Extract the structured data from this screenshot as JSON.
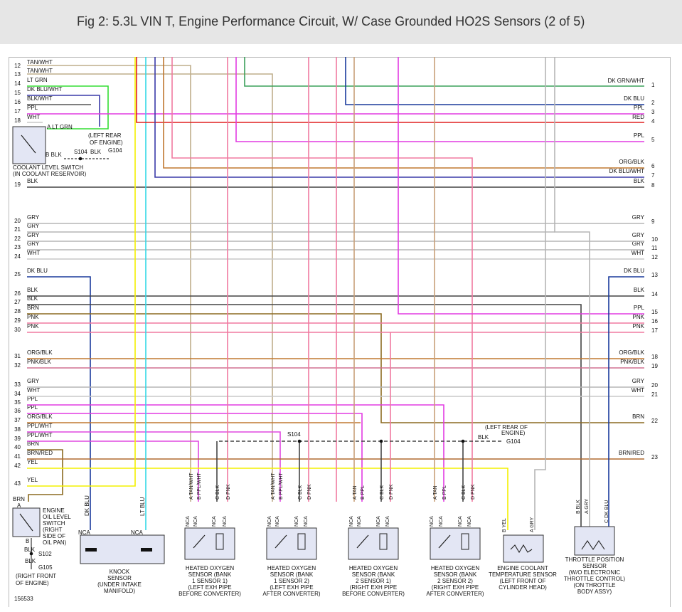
{
  "title": "Fig 2: 5.3L VIN T, Engine Performance Circuit, W/ Case Grounded HO2S Sensors (2 of 5)",
  "figure_id": "156533",
  "colors": {
    "TAN": "#c8a079",
    "TAN/WHT": "#bfae8c",
    "LT GRN": "#33dd33",
    "DK BLU/WHT": "#3a3aa8",
    "BLK/WHT": "#555555",
    "PPL": "#e23be2",
    "WHT": "#c9c9c9",
    "DK GRN/WHT": "#3aa05a",
    "DK BLU": "#1a3a9c",
    "RED": "#e02020",
    "ORG/BLK": "#c07830",
    "BLK": "#444444",
    "GRY": "#b5b5b5",
    "BRN": "#8c6a20",
    "PNK": "#f07aa0",
    "PNK/BLK": "#d07090",
    "PPL/WHT": "#e048e0",
    "BRN/RED": "#b06a30",
    "YEL": "#f4f000",
    "LT BLU": "#33d8e6"
  },
  "left_wires": [
    {
      "pin": "12",
      "color": "TAN/WHT"
    },
    {
      "pin": "13",
      "color": "TAN/WHT"
    },
    {
      "pin": "14",
      "color": "LT GRN"
    },
    {
      "pin": "15",
      "color": "DK BLU/WHT"
    },
    {
      "pin": "16",
      "color": "BLK/WHT"
    },
    {
      "pin": "17",
      "color": "PPL"
    },
    {
      "pin": "18",
      "color": "WHT"
    },
    {
      "pin": "19",
      "color": "BLK"
    },
    {
      "pin": "20",
      "color": "GRY"
    },
    {
      "pin": "21",
      "color": "GRY"
    },
    {
      "pin": "22",
      "color": "GRY"
    },
    {
      "pin": "23",
      "color": "GRY"
    },
    {
      "pin": "24",
      "color": "WHT"
    },
    {
      "pin": "25",
      "color": "DK BLU"
    },
    {
      "pin": "26",
      "color": "BLK"
    },
    {
      "pin": "27",
      "color": "BLK"
    },
    {
      "pin": "28",
      "color": "BRN"
    },
    {
      "pin": "29",
      "color": "PNK"
    },
    {
      "pin": "30",
      "color": "PNK"
    },
    {
      "pin": "31",
      "color": "ORG/BLK"
    },
    {
      "pin": "32",
      "color": "PNK/BLK"
    },
    {
      "pin": "33",
      "color": "GRY"
    },
    {
      "pin": "34",
      "color": "WHT"
    },
    {
      "pin": "35",
      "color": "PPL"
    },
    {
      "pin": "36",
      "color": "PPL"
    },
    {
      "pin": "37",
      "color": "ORG/BLK"
    },
    {
      "pin": "38",
      "color": "PPL/WHT"
    },
    {
      "pin": "39",
      "color": "PPL/WHT"
    },
    {
      "pin": "40",
      "color": "BRN"
    },
    {
      "pin": "41",
      "color": "BRN/RED"
    },
    {
      "pin": "42",
      "color": "YEL"
    },
    {
      "pin": "43",
      "color": "YEL"
    }
  ],
  "right_wires": [
    {
      "pin": "1",
      "color": "DK GRN/WHT"
    },
    {
      "pin": "2",
      "color": "DK BLU"
    },
    {
      "pin": "3",
      "color": "PPL"
    },
    {
      "pin": "4",
      "color": "RED"
    },
    {
      "pin": "5",
      "color": "PPL"
    },
    {
      "pin": "6",
      "color": "ORG/BLK"
    },
    {
      "pin": "7",
      "color": "DK BLU/WHT"
    },
    {
      "pin": "8",
      "color": "BLK"
    },
    {
      "pin": "9",
      "color": "GRY"
    },
    {
      "pin": "10",
      "color": "GRY"
    },
    {
      "pin": "11",
      "color": "GRY"
    },
    {
      "pin": "12",
      "color": "WHT"
    },
    {
      "pin": "13",
      "color": "DK BLU"
    },
    {
      "pin": "14",
      "color": "BLK"
    },
    {
      "pin": "15",
      "color": "PPL"
    },
    {
      "pin": "16",
      "color": "PNK"
    },
    {
      "pin": "17",
      "color": "PNK"
    },
    {
      "pin": "18",
      "color": "ORG/BLK"
    },
    {
      "pin": "19",
      "color": "PNK/BLK"
    },
    {
      "pin": "20",
      "color": "GRY"
    },
    {
      "pin": "21",
      "color": "WHT"
    },
    {
      "pin": "22",
      "color": "BRN"
    },
    {
      "pin": "23",
      "color": "BRN/RED"
    }
  ],
  "splices": {
    "s104": "S104",
    "s102": "S102"
  },
  "grounds": {
    "g104": "G104",
    "g105": "G105"
  },
  "notes": {
    "left_rear_1": "(LEFT REAR",
    "left_rear_2": "OF ENGINE)",
    "left_rear_b1": "(LEFT REAR OF",
    "left_rear_b2": "ENGINE)",
    "right_front_1": "(RIGHT FRONT",
    "right_front_2": "OF ENGINE)"
  },
  "components": {
    "coolant_level": [
      "COOLANT LEVEL SWITCH",
      "(IN COOLANT RESERVOIR)"
    ],
    "oil_level": [
      "ENGINE",
      "OIL LEVEL",
      "SWITCH",
      "(RIGHT",
      "SIDE OF",
      "OIL PAN)"
    ],
    "knock": [
      "KNOCK",
      "SENSOR",
      "(UNDER INTAKE",
      "MANIFOLD)"
    ],
    "ho2s_b1s1": [
      "HEATED OXYGEN",
      "SENSOR (BANK",
      "1 SENSOR 1)",
      "(LEFT EXH PIPE",
      "BEFORE CONVERTER)"
    ],
    "ho2s_b1s2": [
      "HEATED OXYGEN",
      "SENSOR (BANK",
      "1 SENSOR 2)",
      "(LEFT EXH PIPE",
      "AFTER CONVERTER)"
    ],
    "ho2s_b2s1": [
      "HEATED OXYGEN",
      "SENSOR (BANK",
      "2 SENSOR 1)",
      "(RIGHT EXH PIPE",
      "BEFORE CONVERTER)"
    ],
    "ho2s_b2s2": [
      "HEATED OXYGEN",
      "SENSOR (BANK",
      "2 SENSOR 2)",
      "(RIGHT EXH PIPE",
      "AFTER CONVERTER)"
    ],
    "ect": [
      "ENGINE COOLANT",
      "TEMPERATURE SENSOR",
      "(LEFT FRONT OF",
      "CYLINDER HEAD)"
    ],
    "tps": [
      "THROTTLE POSITION",
      "SENSOR",
      "(W/O ELECTRONIC",
      "THROTTLE CONTROL)",
      "(ON THROTTLE",
      "BODY ASSY)"
    ]
  },
  "connector_labels": {
    "nca": "NCA",
    "ho2s_1": [
      "A TAN/WHT",
      "B PPL/WHT",
      "C BLK",
      "D PNK"
    ],
    "ho2s_2": [
      "A TAN/WHT",
      "B PPL/WHT",
      "C BLK",
      "D PNK"
    ],
    "ho2s_3": [
      "A TAN",
      "B PPL",
      "C BLK",
      "D PNK"
    ],
    "ho2s_4": [
      "A TAN",
      "B PPL",
      "C BLK",
      "D PNK"
    ],
    "ect": [
      "B YEL",
      "A GRY"
    ],
    "tps": [
      "B BLK",
      "A GRY",
      "C DK BLU"
    ],
    "knock_left": "DK BLU",
    "knock_right": "LT BLU"
  }
}
